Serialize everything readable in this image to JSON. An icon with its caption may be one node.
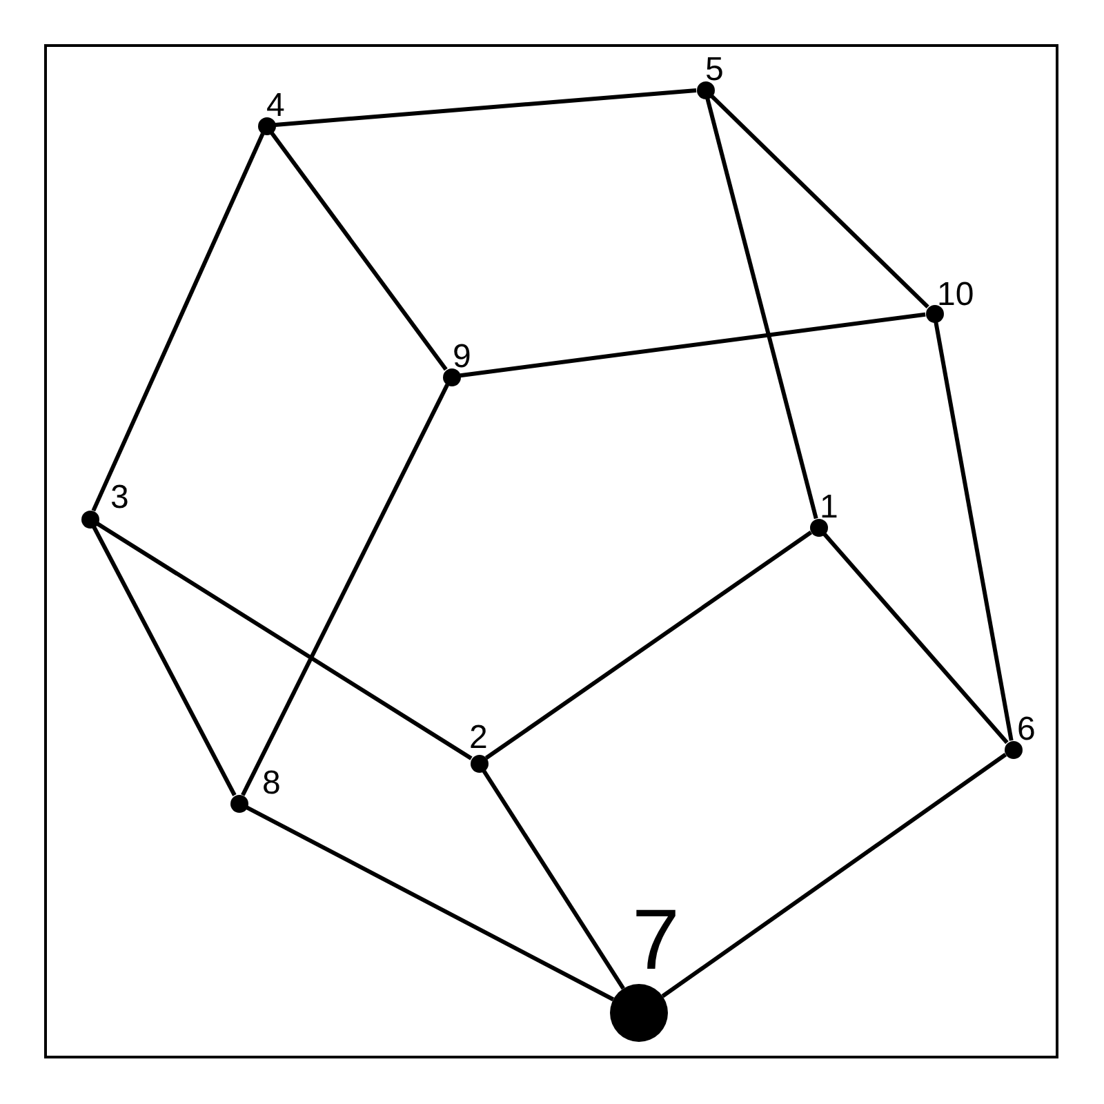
{
  "diagram": {
    "nodes": [
      {
        "text": [],
        "shape": "circle",
        "beside": [
          "5"
        ]
      },
      {
        "text": [],
        "shape": "circle",
        "beside": [
          "4"
        ]
      },
      {
        "text": [],
        "shape": "circle",
        "beside": [
          "10"
        ]
      },
      {
        "text": [],
        "shape": "circle",
        "beside": [
          "9"
        ]
      },
      {
        "text": [],
        "shape": "circle",
        "beside": [
          "3"
        ]
      },
      {
        "text": [],
        "shape": "circle",
        "beside": [
          "1"
        ]
      },
      {
        "text": [],
        "shape": "circle",
        "beside": [
          "6"
        ]
      },
      {
        "text": [],
        "shape": "circle",
        "beside": [
          "2"
        ]
      },
      {
        "text": [],
        "shape": "circle",
        "beside": [
          "8"
        ]
      },
      {
        "text": [],
        "shape": "circle",
        "beside": [
          "7"
        ]
      }
    ],
    "edges": [
      {
        "from": 1,
        "to": 0,
        "arrow": "none"
      },
      {
        "from": 0,
        "to": 2,
        "arrow": "none"
      },
      {
        "from": 0,
        "to": 5,
        "arrow": "none"
      },
      {
        "from": 1,
        "to": 3,
        "arrow": "none"
      },
      {
        "from": 1,
        "to": 4,
        "arrow": "none"
      },
      {
        "from": 3,
        "to": 2,
        "arrow": "none"
      },
      {
        "from": 3,
        "to": 8,
        "arrow": "none"
      },
      {
        "from": 2,
        "to": 6,
        "arrow": "none"
      },
      {
        "from": 4,
        "to": 7,
        "arrow": "none"
      },
      {
        "from": 4,
        "to": 8,
        "arrow": "none"
      },
      {
        "from": 5,
        "to": 7,
        "arrow": "none"
      },
      {
        "from": 5,
        "to": 6,
        "arrow": "none"
      },
      {
        "from": 7,
        "to": 9,
        "arrow": "none"
      },
      {
        "from": 8,
        "to": 9,
        "arrow": "none"
      },
      {
        "from": 6,
        "to": 9,
        "arrow": "none"
      }
    ]
  }
}
